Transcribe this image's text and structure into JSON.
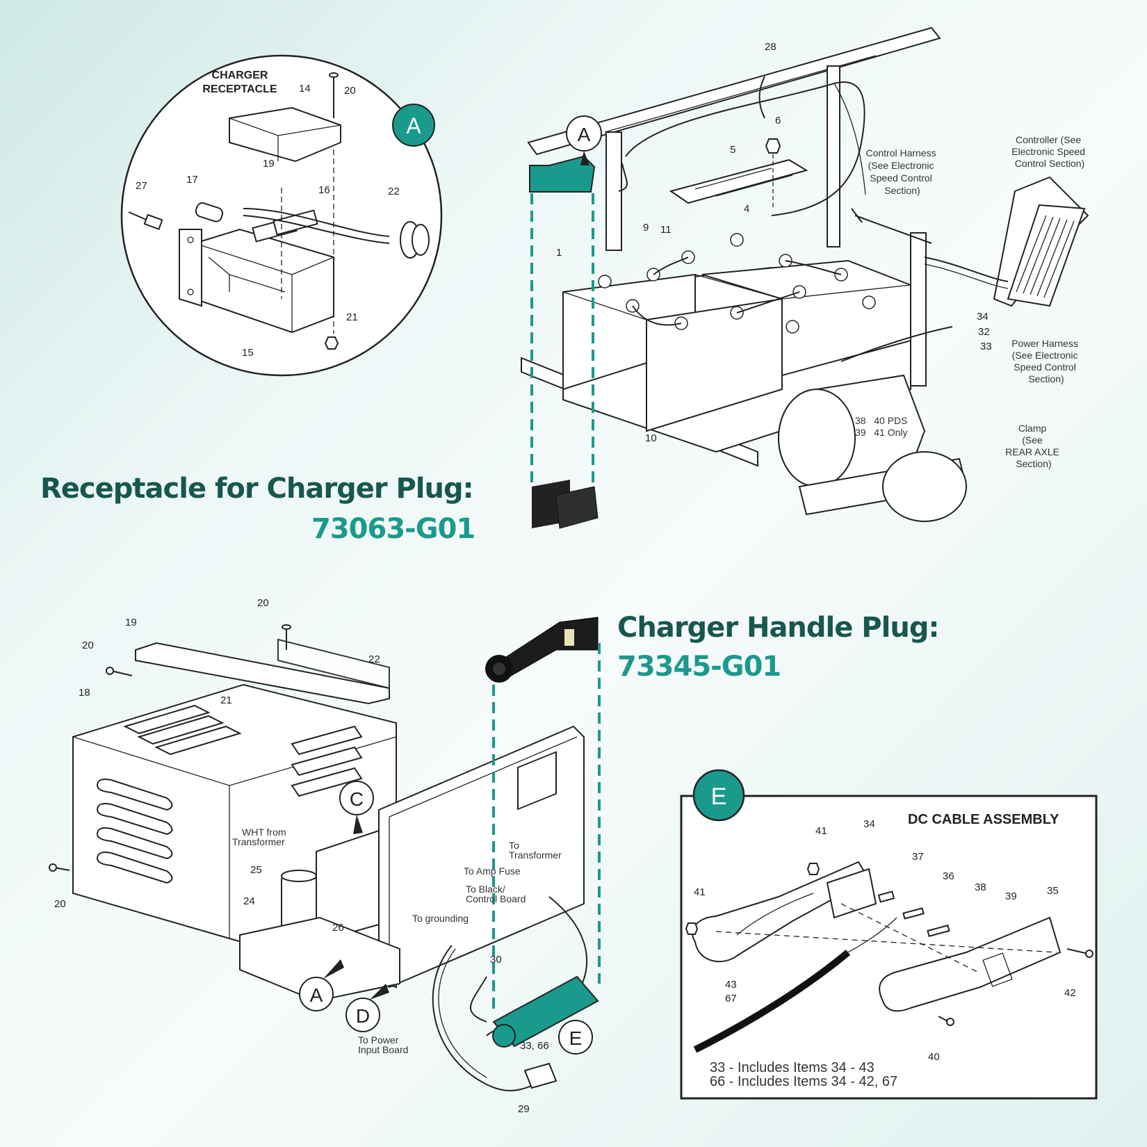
{
  "headings": {
    "receptacle_label": "Receptacle for Charger Plug:",
    "receptacle_part": "73063-G01",
    "handle_label": "Charger Handle Plug:",
    "handle_part": "73345-G01"
  },
  "callouts": {
    "a_top_circle": "A",
    "a_top_main": "A",
    "c": "C",
    "a_bottom": "A",
    "d": "D",
    "e_bottom": "E",
    "e_box": "E"
  },
  "receptacle_detail": {
    "title_line1": "CHARGER",
    "title_line2": "RECEPTACLE",
    "items": [
      "14",
      "20",
      "19",
      "17",
      "27",
      "16",
      "22",
      "21",
      "15"
    ]
  },
  "cart_diagram": {
    "items": [
      "28",
      "6",
      "5",
      "4",
      "9",
      "11",
      "1",
      "10",
      "34",
      "32",
      "33"
    ],
    "labels": {
      "control_harness": [
        "Control Harness",
        "(See Electronic",
        "Speed Control",
        "Section)"
      ],
      "controller": [
        "Controller (See",
        "Electronic Speed",
        "Control Section)"
      ],
      "power_harness": [
        "Power Harness",
        "(See Electronic",
        "Speed Control",
        "Section)"
      ],
      "clamp": [
        "Clamp",
        "(See",
        "REAR AXLE",
        "Section)"
      ],
      "pds_1": "38   40 PDS",
      "pds_2": "39   41 Only"
    }
  },
  "charger_diagram": {
    "items": [
      "20",
      "19",
      "20",
      "18",
      "21",
      "22",
      "20",
      "25",
      "24",
      "26",
      "30",
      "29",
      "33, 66"
    ],
    "labels": {
      "wht": [
        "WHT from",
        "Transformer"
      ],
      "to_transformer": [
        "To",
        "Transformer"
      ],
      "to_amp_fuse": "To Amp Fuse",
      "to_black": [
        "To Black/",
        "Control Board"
      ],
      "to_grounding": "To grounding",
      "to_power": [
        "To Power",
        "Input Board"
      ]
    }
  },
  "dc_cable": {
    "title": "DC CABLE ASSEMBLY",
    "items": [
      "41",
      "34",
      "37",
      "36",
      "38",
      "39",
      "35",
      "41",
      "43",
      "67",
      "42",
      "40"
    ],
    "note_1": "33 - Includes Items 34 - 43",
    "note_2": "66 - Includes Items 34 - 42, 67"
  },
  "colors": {
    "teal": "#1a9a8c",
    "dark_teal": "#17574f",
    "line": "#222222"
  }
}
